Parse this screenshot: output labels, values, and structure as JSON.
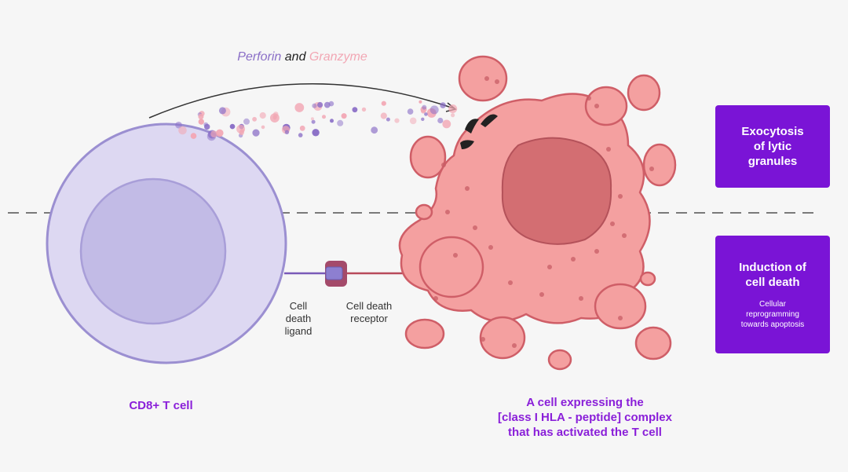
{
  "header": {
    "perforin": "Perforin",
    "conjunction": "and",
    "granzyme": "Granzyme"
  },
  "labels": {
    "t_cell": "CD8+ T cell",
    "ligand": "Cell\ndeath\nligand",
    "receptor": "Cell death\nreceptor",
    "target_cell": "A cell expressing the\n[class I HLA - peptide] complex\nthat has activated the T cell"
  },
  "boxes": {
    "exocytosis": {
      "title": "Exocytosis\nof lytic\ngranules"
    },
    "induction": {
      "title": "Induction of\ncell death",
      "subtitle": "Cellular\nreprogramming\ntowards apoptosis"
    }
  },
  "colors": {
    "perforin": "#8b6fc7",
    "granzyme": "#f2a7b4",
    "accent": "#7a14d6",
    "tcell_outer": "#ddd8f2",
    "tcell_nucleus": "#c2bbe6",
    "target_cell": "#f4a0a0",
    "target_nucleus": "#d36e72"
  }
}
